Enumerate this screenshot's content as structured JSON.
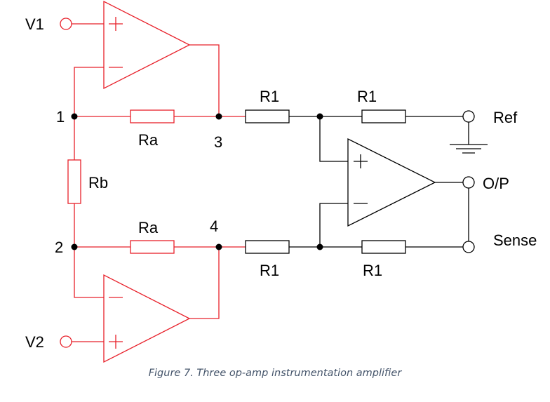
{
  "labels": {
    "v1": "V1",
    "v2": "V2",
    "node1": "1",
    "node2": "2",
    "node3": "3",
    "node4": "4",
    "ra_top": "Ra",
    "ra_bottom": "Ra",
    "rb": "Rb",
    "r1_top_left": "R1",
    "r1_top_right": "R1",
    "r1_bottom_left": "R1",
    "r1_bottom_right": "R1",
    "ref": "Ref",
    "op": "O/P",
    "sense": "Sense"
  },
  "caption": "Figure 7. Three op-amp instrumentation amplifier",
  "colors": {
    "input_stage": "#e8202a",
    "output_stage": "#000000",
    "caption": "#44546a"
  }
}
